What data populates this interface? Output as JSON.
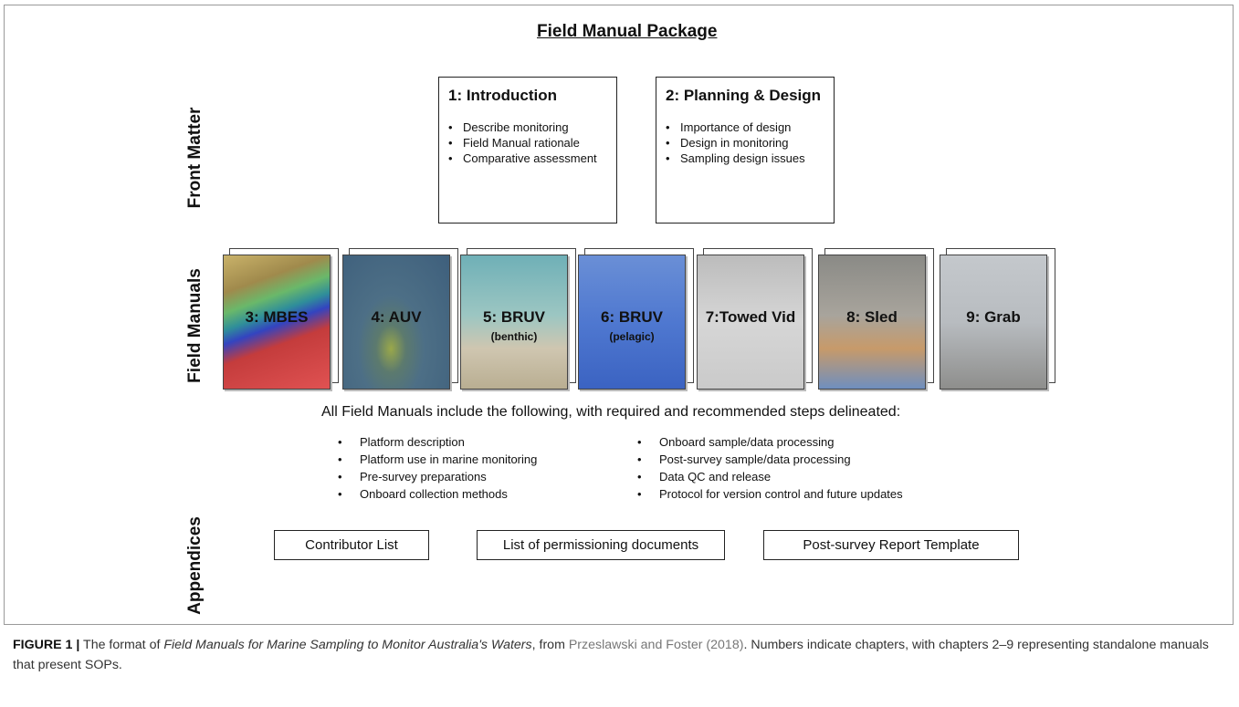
{
  "title": "Field Manual Package",
  "side_labels": {
    "front_matter": "Front Matter",
    "field_manuals": "Field Manuals",
    "appendices": "Appendices"
  },
  "front_boxes": [
    {
      "heading": "1: Introduction",
      "bullets": [
        "Describe monitoring",
        "Field Manual rationale",
        "Comparative assessment"
      ]
    },
    {
      "heading": "2: Planning & Design",
      "bullets": [
        "Importance of design",
        "Design in monitoring",
        "Sampling design issues"
      ]
    }
  ],
  "manuals": [
    {
      "label": "3: MBES",
      "sub": ""
    },
    {
      "label": "4: AUV",
      "sub": ""
    },
    {
      "label": "5: BRUV",
      "sub": "(benthic)"
    },
    {
      "label": "6: BRUV",
      "sub": "(pelagic)"
    },
    {
      "label": "7:Towed Vid",
      "sub": ""
    },
    {
      "label": "8: Sled",
      "sub": ""
    },
    {
      "label": "9: Grab",
      "sub": ""
    }
  ],
  "includes_intro": "All Field Manuals include the following, with required and recommended steps delineated:",
  "steps_left": [
    "Platform description",
    "Platform use in marine monitoring",
    "Pre-survey preparations",
    "Onboard collection methods"
  ],
  "steps_right": [
    "Onboard sample/data processing",
    "Post-survey sample/data processing",
    "Data QC and release",
    "Protocol for version control and future updates"
  ],
  "appendices": [
    "Contributor List",
    "List of permissioning documents",
    "Post-survey Report Template"
  ],
  "caption": {
    "label": "FIGURE 1 |",
    "text_a": " The format of ",
    "italic": "Field Manuals for Marine Sampling to Monitor Australia's Waters",
    "text_b": ", from ",
    "reference": "Przeslawski and Foster (2018)",
    "text_c": ". Numbers indicate chapters, with chapters 2–9 representing standalone manuals that present SOPs."
  }
}
